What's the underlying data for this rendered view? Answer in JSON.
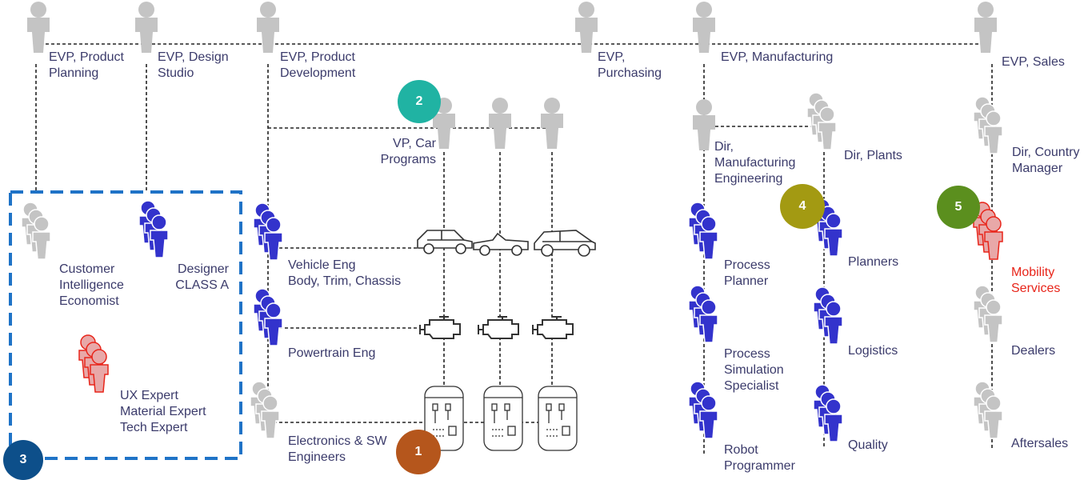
{
  "executives": {
    "evp_product_planning": "EVP, Product\nPlanning",
    "evp_design_studio": "EVP, Design\nStudio",
    "evp_product_development": "EVP, Product\nDevelopment",
    "evp_purchasing": "EVP,\nPurchasing",
    "evp_manufacturing": "EVP, Manufacturing",
    "evp_sales": "EVP, Sales"
  },
  "roles": {
    "vp_car_programs": "VP, Car\nPrograms",
    "dir_manufacturing_engineering": "Dir,\nManufacturing\nEngineering",
    "dir_plants": "Dir, Plants",
    "dir_country_manager": "Dir, Country\nManager",
    "customer_intelligence": "Customer\nIntelligence\nEconomist",
    "designer_class_a": "Designer\nCLASS A",
    "ux_expert": "UX Expert\nMaterial Expert\nTech Expert",
    "vehicle_eng": "Vehicle Eng\nBody, Trim, Chassis",
    "powertrain_eng": "Powertrain Eng",
    "electronics_sw": "Electronics & SW\nEngineers",
    "process_planner": "Process\nPlanner",
    "process_simulation": "Process\nSimulation\nSpecialist",
    "robot_programmer": "Robot\nProgrammer",
    "planners": "Planners",
    "logistics": "Logistics",
    "quality": "Quality",
    "mobility_services": "Mobility\nServices",
    "dealers": "Dealers",
    "aftersales": "Aftersales"
  },
  "badges": [
    {
      "id": "badge-1",
      "label": "1",
      "color": "#b5561c"
    },
    {
      "id": "badge-2",
      "label": "2",
      "color": "#20b3a3"
    },
    {
      "id": "badge-3",
      "label": "3",
      "color": "#0d4f8a"
    },
    {
      "id": "badge-4",
      "label": "4",
      "color": "#a39a12"
    },
    {
      "id": "badge-5",
      "label": "5",
      "color": "#5b8f1e"
    }
  ],
  "colors": {
    "exec_gray": "#c4c4c4",
    "team_blue": "#3333cc",
    "team_red": "#e8251a",
    "highlight_box": "#1f73c7",
    "connector": "#222222",
    "text": "#3b3b6b"
  },
  "icons": [
    "person-icon",
    "team-icon",
    "car-icon",
    "engine-icon",
    "electronics-icon"
  ]
}
